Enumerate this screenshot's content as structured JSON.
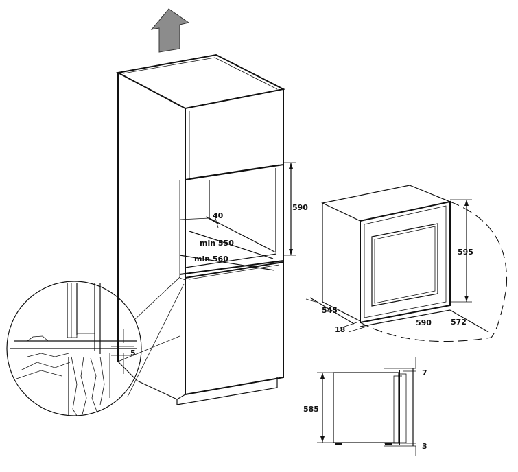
{
  "cabinet": {
    "niche_height": "590",
    "depth_gap": "40",
    "min_width": "min 550",
    "min_depth": "min 560",
    "detail_gap": "5"
  },
  "appliance": {
    "height": "595",
    "depth": "545",
    "door_thickness": "18",
    "width": "590",
    "door_swing": "572"
  },
  "side_view": {
    "height": "585",
    "top_offset": "7",
    "bottom_offset": "3"
  },
  "colors": {
    "arrow": "#8c8c8c",
    "line": "#111111"
  }
}
